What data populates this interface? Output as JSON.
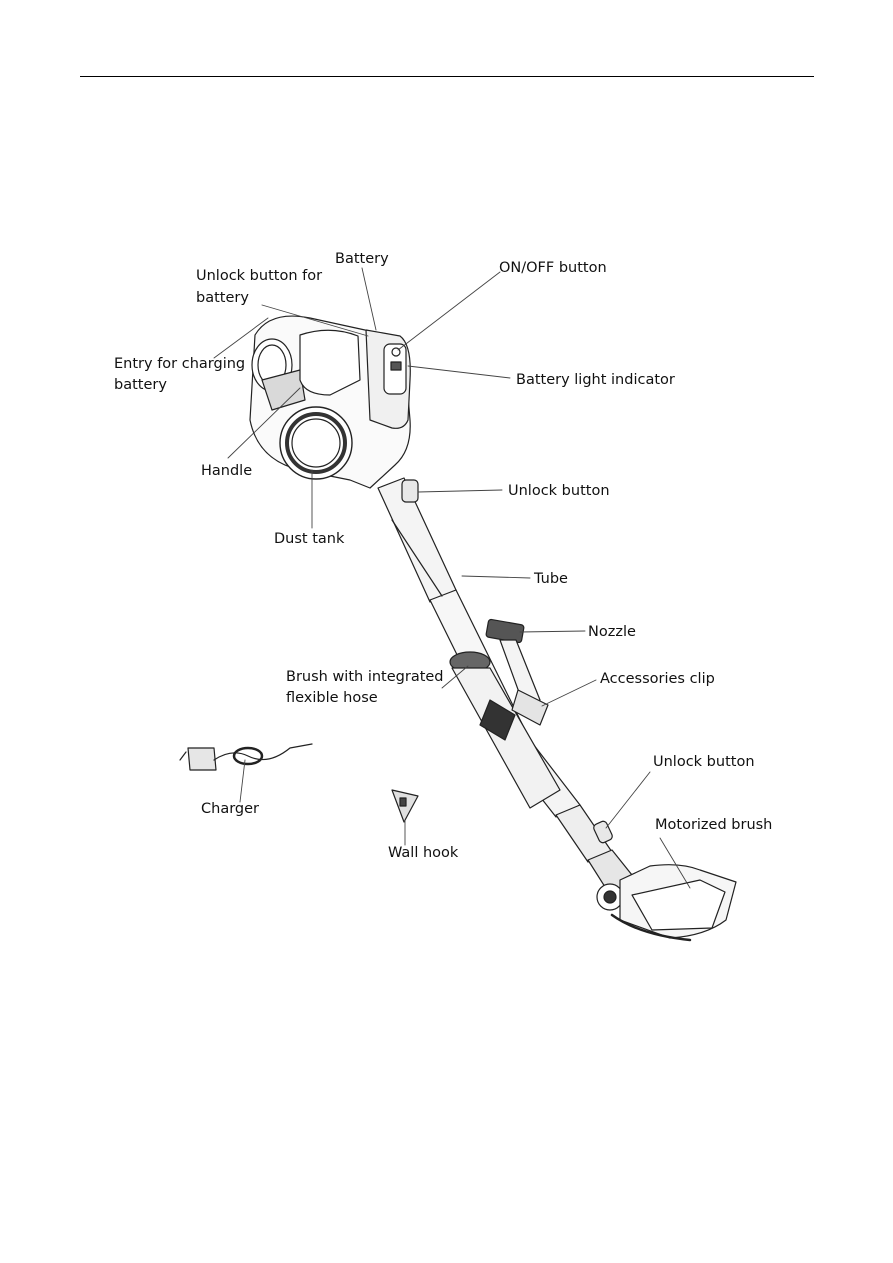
{
  "labels": {
    "battery": "Battery",
    "unlock_battery_1": "Unlock button for",
    "unlock_battery_2": "battery",
    "on_off": "ON/OFF button",
    "entry_charging_1": "Entry for charging",
    "entry_charging_2": "battery",
    "battery_light": "Battery light indicator",
    "handle": "Handle",
    "unlock_button_upper": "Unlock button",
    "dust_tank": "Dust tank",
    "tube": "Tube",
    "nozzle": "Nozzle",
    "brush_hose_1": "Brush with integrated",
    "brush_hose_2": "flexible hose",
    "accessories_clip": "Accessories clip",
    "unlock_button_lower": "Unlock button",
    "motorized_brush": "Motorized brush",
    "charger": "Charger",
    "wall_hook": "Wall hook"
  }
}
